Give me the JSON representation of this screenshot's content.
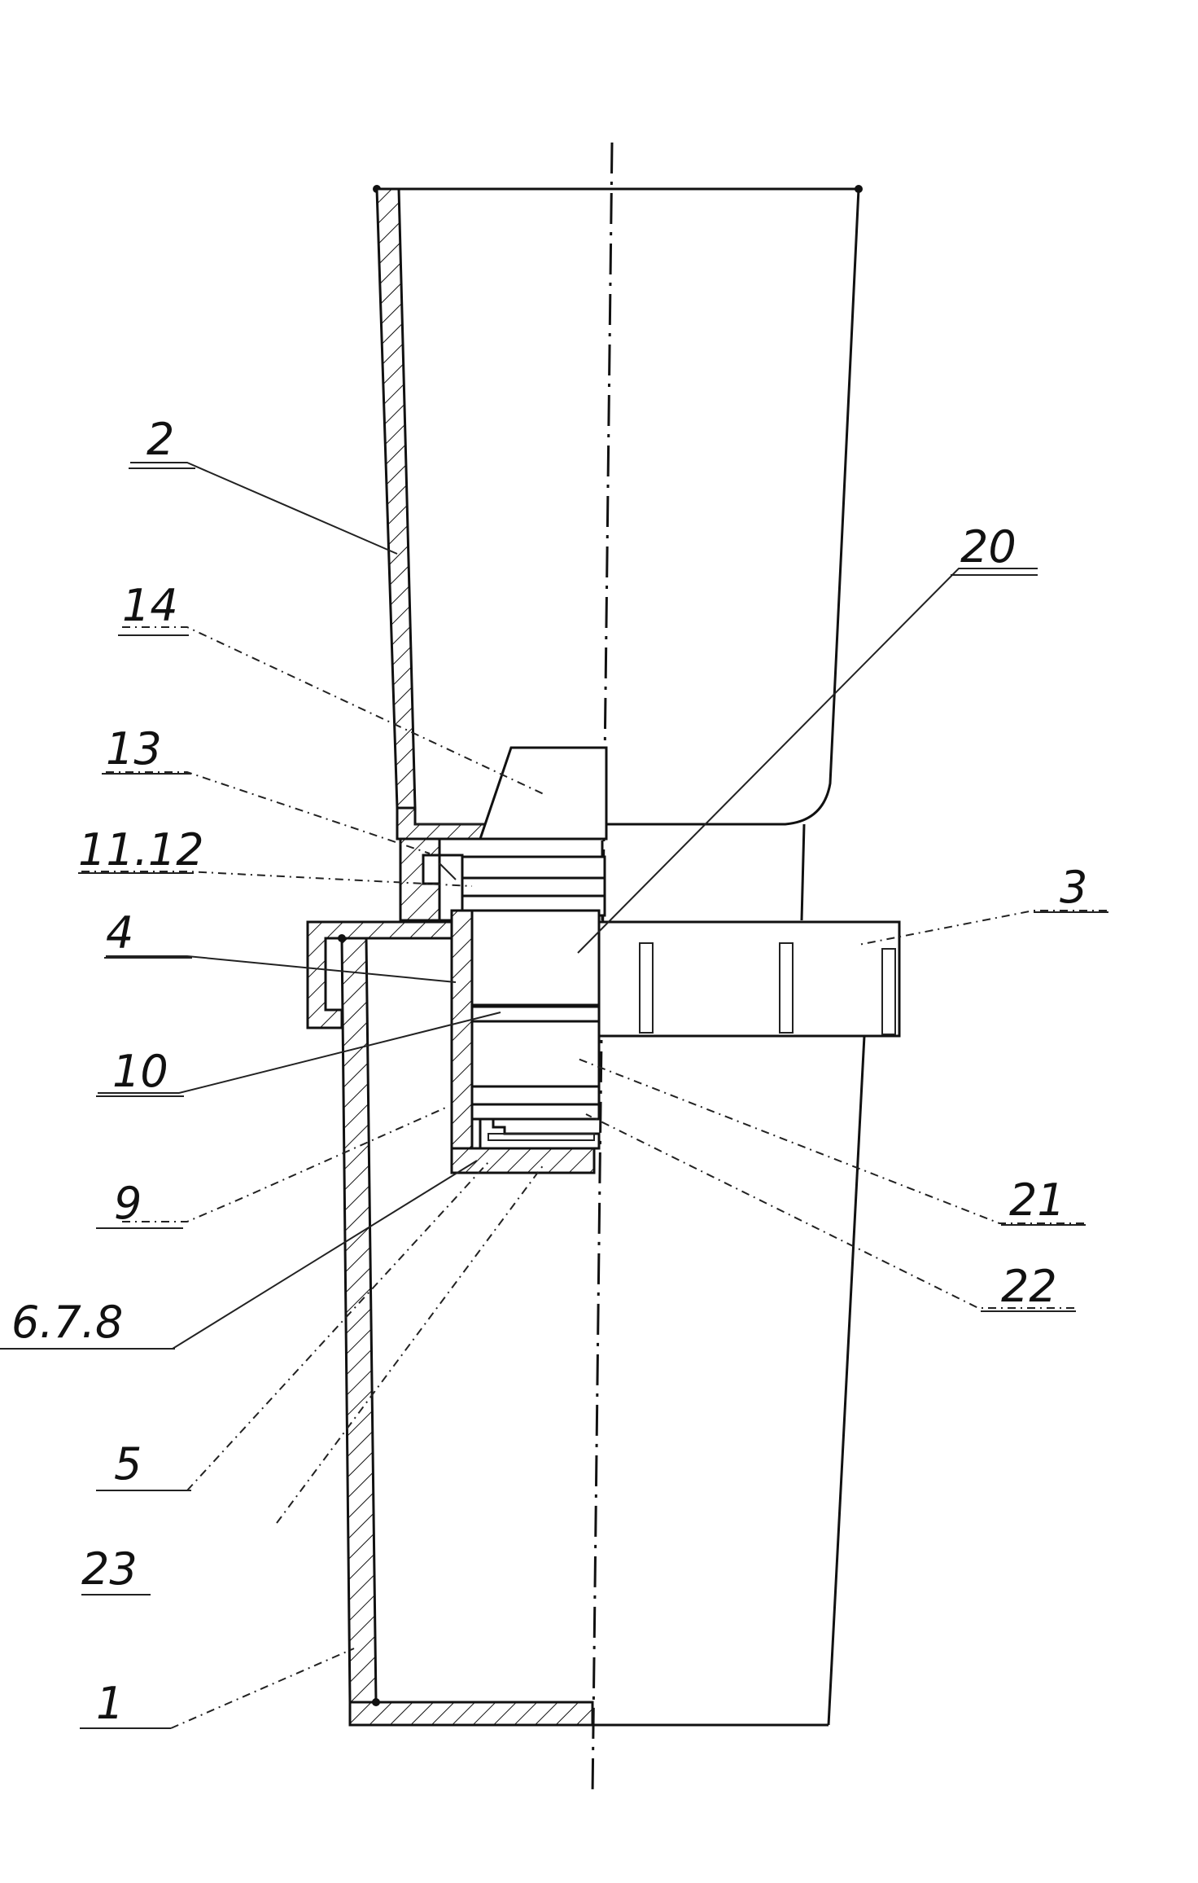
{
  "labels": {
    "l1": "1",
    "l2": "2",
    "l3": "3",
    "l4": "4",
    "l5": "5",
    "l9": "9",
    "l10": "10",
    "l13": "13",
    "l14": "14",
    "l20": "20",
    "l21": "21",
    "l22": "22",
    "l23": "23",
    "l11_12": "11.12",
    "l6_7_8": "6.7.8"
  },
  "colors": {
    "ink": "#111111",
    "paper": "#ffffff"
  }
}
